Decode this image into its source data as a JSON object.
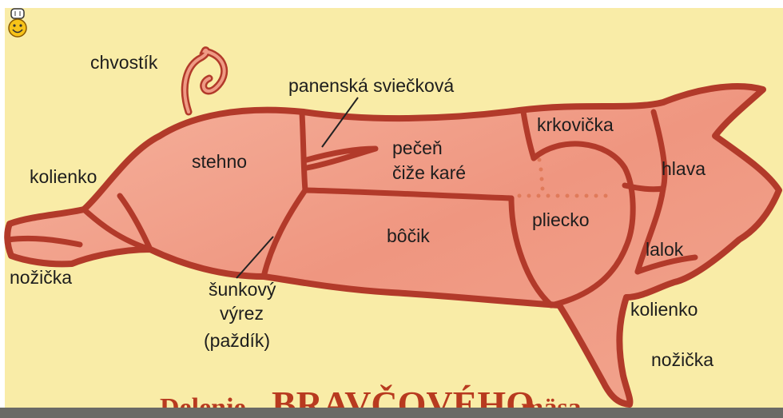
{
  "labels": {
    "chvostik": "chvostík",
    "panenska": "panenská sviečková",
    "krkovicka": "krkovička",
    "stehno": "stehno",
    "pecen": "pečeň",
    "cize_kare": "čiže karé",
    "hlava": "hlava",
    "kolienko_left": "kolienko",
    "bocik": "bôčik",
    "pliecko": "pliecko",
    "lalok": "lalok",
    "nozicka_left": "nožička",
    "sunkovy": "šunkový",
    "vyrez": "výrez",
    "pazdik": "(paždík)",
    "kolienko_right": "kolienko",
    "nozicka_right": "nožička"
  },
  "title": {
    "part1": "Delenie",
    "part2": "BRAVČOVÉHO",
    "part3": "mäsa"
  },
  "colors": {
    "background": "#f9eca7",
    "meat": "#ef9a84",
    "outline": "#b23a2a",
    "title": "#b83a1f"
  },
  "icons": {
    "corner": "chef-smiley-icon"
  }
}
